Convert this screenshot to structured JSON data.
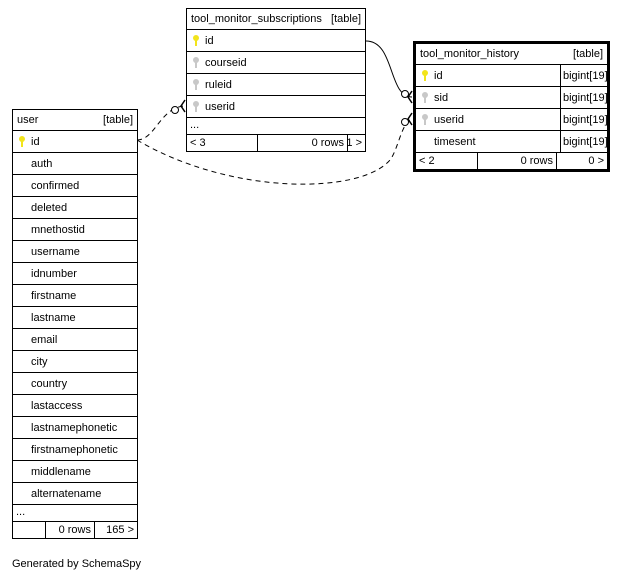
{
  "tables": {
    "subscriptions": {
      "name": "tool_monitor_subscriptions",
      "kind": "[table]",
      "columns": [
        {
          "name": "id",
          "key": "pk"
        },
        {
          "name": "courseid",
          "key": "fk"
        },
        {
          "name": "ruleid",
          "key": "fk"
        },
        {
          "name": "userid",
          "key": "fk"
        }
      ],
      "more": "...",
      "footer": {
        "prev": "< 3",
        "rows": "0 rows",
        "next": "1 >"
      }
    },
    "history": {
      "name": "tool_monitor_history",
      "kind": "[table]",
      "columns": [
        {
          "name": "id",
          "key": "pk",
          "type": "bigint[19]"
        },
        {
          "name": "sid",
          "key": "fk",
          "type": "bigint[19]"
        },
        {
          "name": "userid",
          "key": "fk",
          "type": "bigint[19]"
        },
        {
          "name": "timesent",
          "key": "",
          "type": "bigint[19]"
        }
      ],
      "footer": {
        "prev": "< 2",
        "rows": "0 rows",
        "next": "0 >"
      }
    },
    "user": {
      "name": "user",
      "kind": "[table]",
      "columns": [
        {
          "name": "id",
          "key": "pk"
        },
        {
          "name": "auth"
        },
        {
          "name": "confirmed"
        },
        {
          "name": "deleted"
        },
        {
          "name": "mnethostid"
        },
        {
          "name": "username"
        },
        {
          "name": "idnumber"
        },
        {
          "name": "firstname"
        },
        {
          "name": "lastname"
        },
        {
          "name": "email"
        },
        {
          "name": "city"
        },
        {
          "name": "country"
        },
        {
          "name": "lastaccess"
        },
        {
          "name": "lastnamephonetic"
        },
        {
          "name": "firstnamephonetic"
        },
        {
          "name": "middlename"
        },
        {
          "name": "alternatename"
        }
      ],
      "more": "...",
      "footer": {
        "rows": "0 rows",
        "next": "165 >"
      }
    }
  },
  "credit": "Generated by SchemaSpy",
  "colors": {
    "pk_key": "#f2e41b",
    "fk_key": "#c8c8c8",
    "border": "#000000"
  }
}
